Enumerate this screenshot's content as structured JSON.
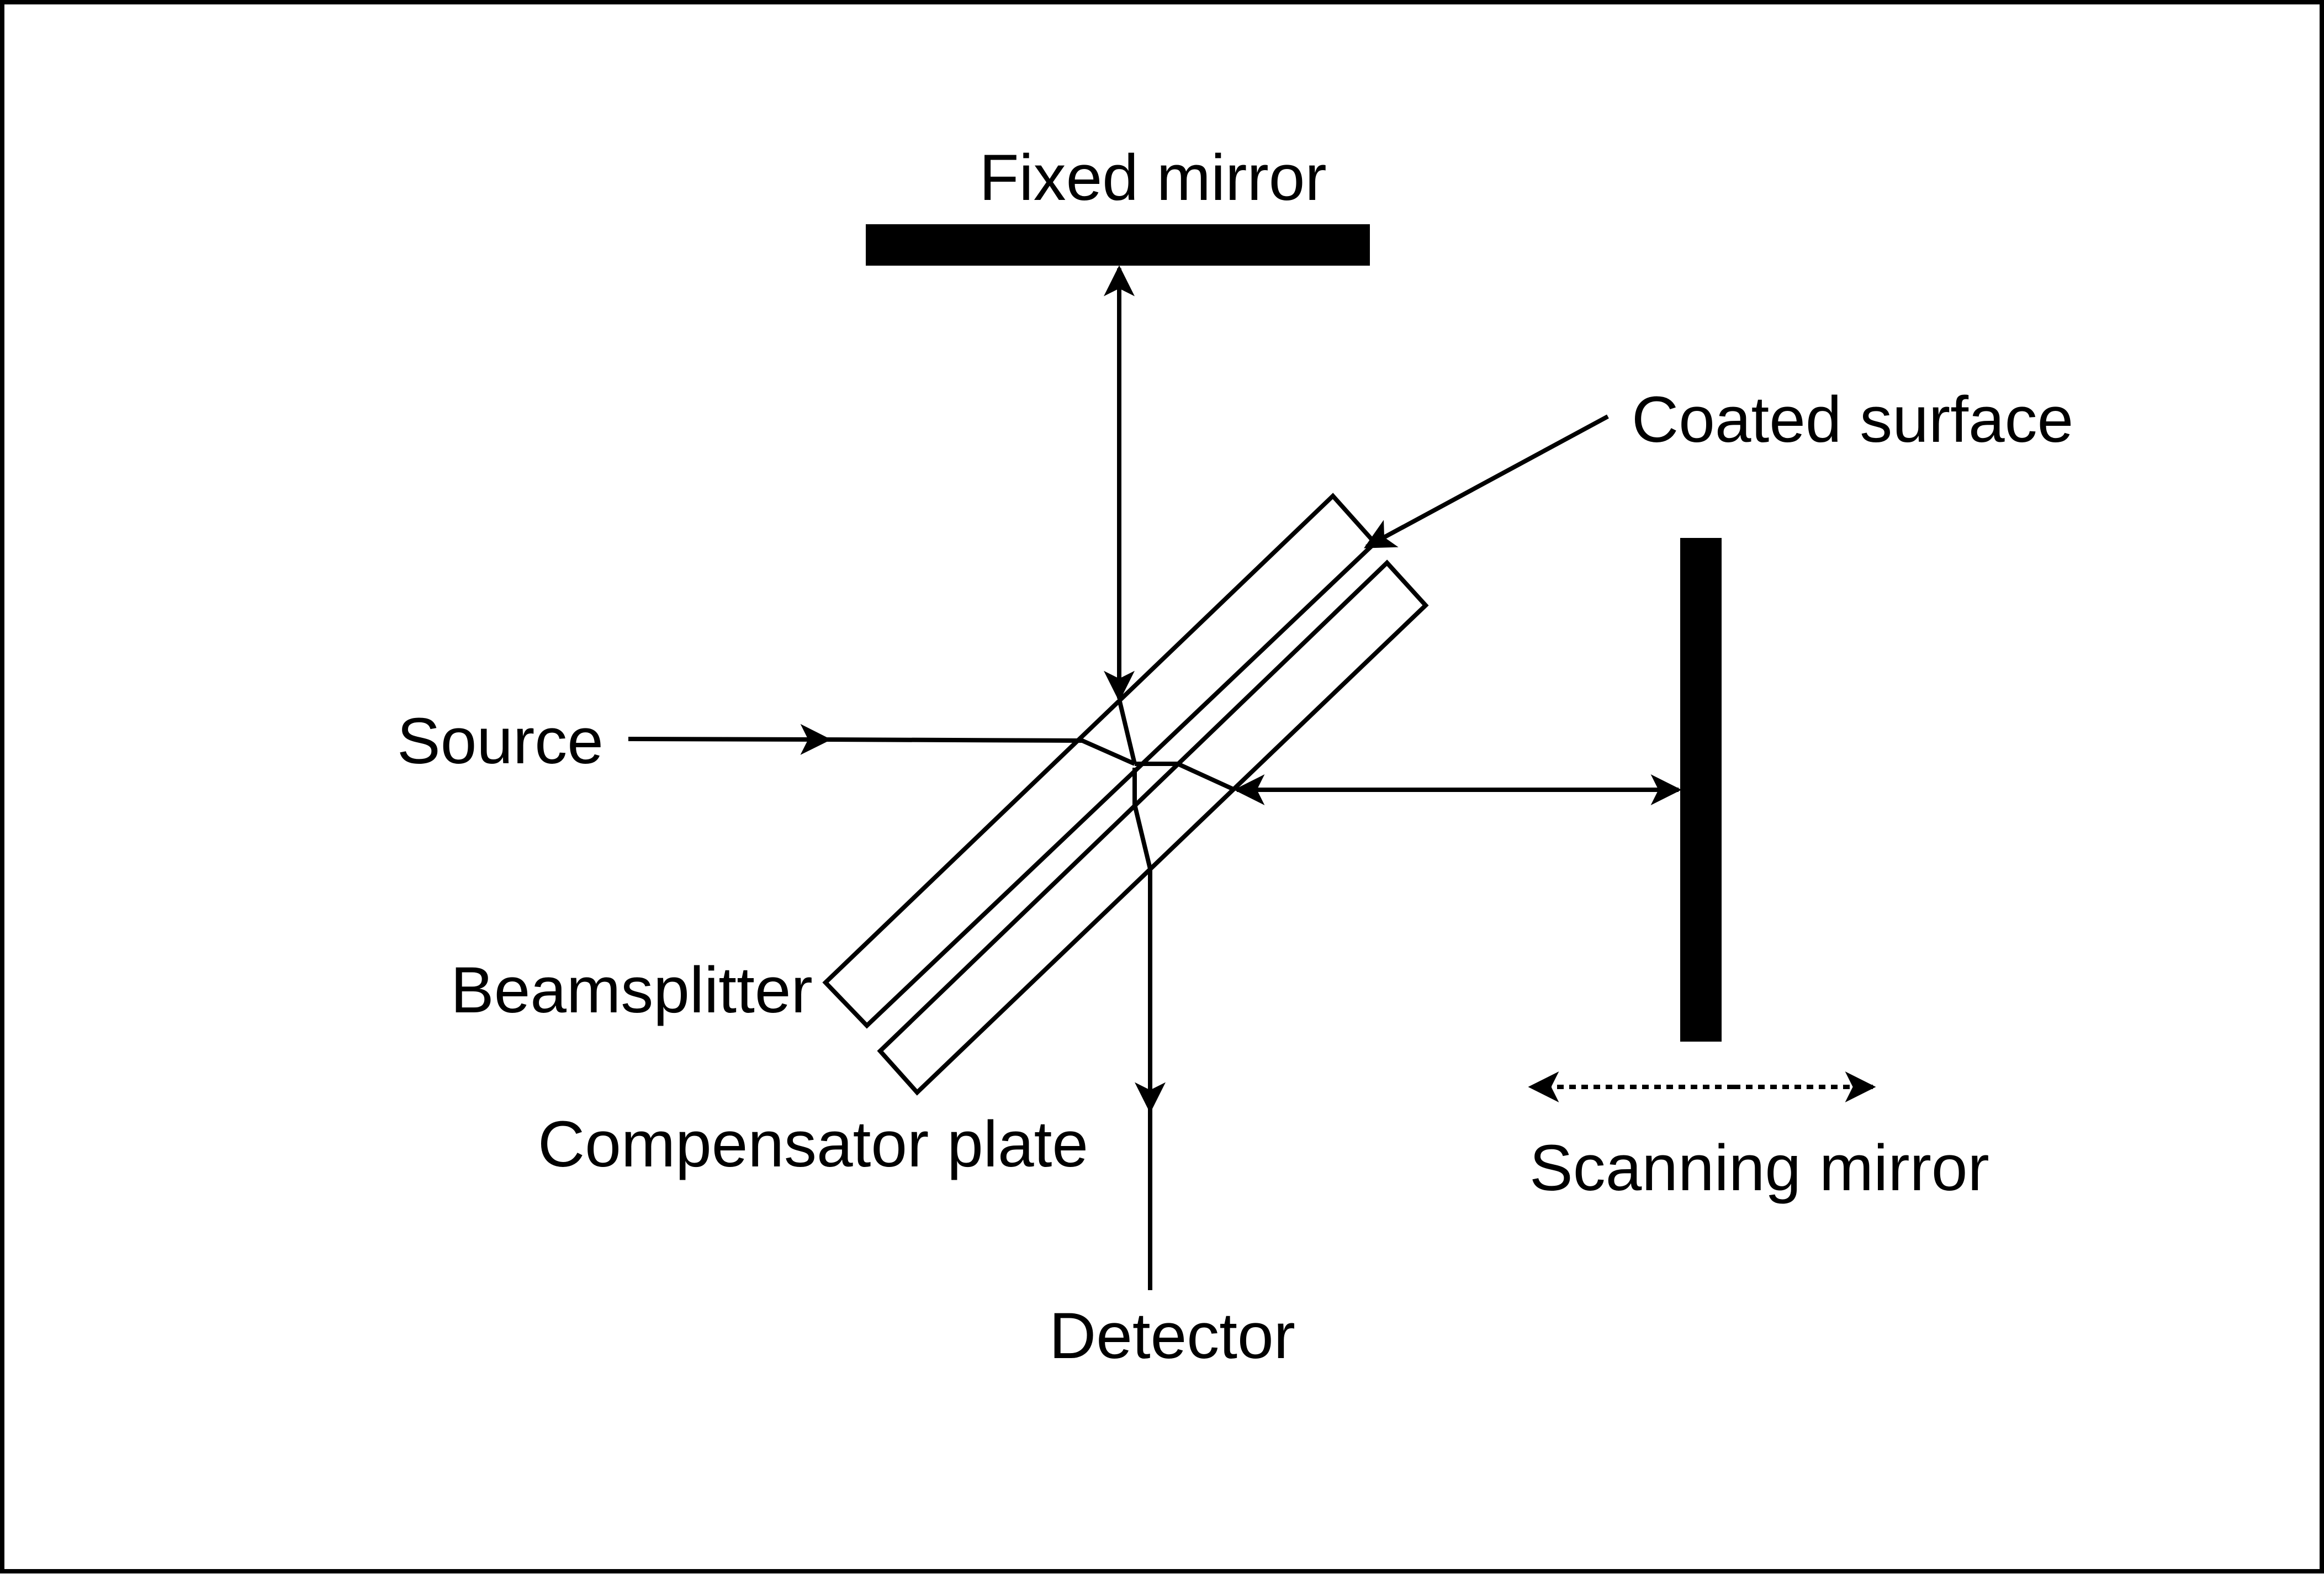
{
  "diagram": {
    "title": "Michelson interferometer",
    "colors": {
      "ink": "#000000",
      "background": "#ffffff"
    },
    "labels": {
      "fixed_mirror": "Fixed mirror",
      "coated_surface": "Coated surface",
      "source": "Source",
      "beamsplitter": "Beamsplitter",
      "compensator_plate": "Compensator plate",
      "scanning_mirror": "Scanning mirror",
      "detector": "Detector"
    },
    "components": [
      {
        "id": "fixed-mirror",
        "label": "Fixed mirror",
        "type": "mirror"
      },
      {
        "id": "scanning-mirror",
        "label": "Scanning mirror",
        "type": "movable-mirror"
      },
      {
        "id": "beamsplitter",
        "label": "Beamsplitter",
        "type": "plate"
      },
      {
        "id": "compensator-plate",
        "label": "Compensator plate",
        "type": "plate"
      },
      {
        "id": "coated-surface",
        "label": "Coated surface",
        "type": "annotation"
      }
    ],
    "connections": [
      {
        "from": "Source",
        "to": "Beamsplitter",
        "style": "arrow"
      },
      {
        "from": "Beamsplitter",
        "to": "Fixed mirror",
        "style": "double-arrow"
      },
      {
        "from": "Beamsplitter",
        "to": "Scanning mirror",
        "style": "double-arrow"
      },
      {
        "from": "Beamsplitter",
        "to": "Detector",
        "style": "arrow"
      },
      {
        "from": "Coated surface",
        "to": "Beamsplitter",
        "style": "pointer-arrow"
      },
      {
        "from": "Scanning mirror",
        "to": "Scanning mirror",
        "style": "dotted-double-arrow",
        "meaning": "scan motion"
      }
    ]
  }
}
